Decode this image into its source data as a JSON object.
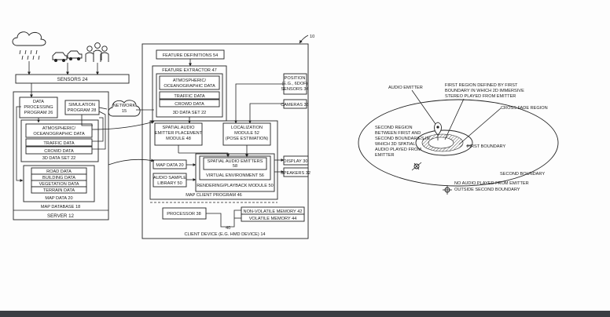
{
  "figure": {
    "ref_number": "10",
    "server": {
      "sensors": "SENSORS 24",
      "data_processing": [
        "DATA",
        "PROCESSING",
        "PROGRAM 26"
      ],
      "simulation": [
        "SIMULATION",
        "PROGRAM 28"
      ],
      "network": [
        "NETWORK",
        "15"
      ],
      "atmospheric": [
        "ATMOSPHERIC/",
        "OCEANOGRAPHIC DATA"
      ],
      "traffic": "TRAFFIC DATA",
      "crowd": "CROWD DATA",
      "dataset": "3D DATA SET 22",
      "road": "ROAD DATA",
      "building": "BUILDING DATA",
      "vegetation": "VEGETATION DATA",
      "terrain": "TERRAIN DATA",
      "map_data": "MAP DATA 20",
      "map_db": "MAP DATABASE 18",
      "server": "SERVER 12"
    },
    "client": {
      "feature_definitions": "FEATURE DEFINITIONS 54",
      "feature_extractor": "FEATURE EXTRACTOR 47",
      "atmospheric": [
        "ATMOSPHERIC/",
        "OCEANOGRAPHIC DATA"
      ],
      "traffic": "TRAFFIC DATA",
      "crowd": "CROWD DATA",
      "dataset": "3D DATA SET 22",
      "position": [
        "POSITION",
        "(E.G., 6DOF)",
        "SENSORS 34"
      ],
      "cameras": "CAMERAS 36",
      "spatial_audio": [
        "SPATIAL AUDIO",
        "EMITTER PLACEMENT",
        "MODULE 48"
      ],
      "localization": [
        "LOCALIZATION",
        "MODULE 52",
        "(POSE ESTIMATION)"
      ],
      "map_data": "MAP DATA 20",
      "audio_sample": [
        "AUDIO SAMPLE",
        "LIBRARY 50"
      ],
      "emitters": [
        "SPATIAL AUDIO EMITTERS",
        "58"
      ],
      "virtual_env": "VIRTUAL ENVIRONMENT 56",
      "rendering": "RENDERING/PLAYBACK MODULE 50",
      "map_client": "MAP CLIENT PROGRAM 46",
      "display": "DISPLAY 30",
      "speakers": "SPEAKERS 32",
      "processor": "PROCESSOR 38",
      "bus": "40",
      "non_volatile": "NON-VOLATILE MEMORY 42",
      "volatile": "VOLATILE MEMORY 44",
      "client_device": "CLIENT DEVICE (E.G. HMD DEVICE) 14"
    },
    "audio_diagram": {
      "audio_emitter": "AUDIO EMITTER",
      "first_region": [
        "FIRST REGION DEFINED BY FIRST",
        "BOUNDARY IN WHICH 2D IMMERSIVE",
        "STEREO PLAYED FROM EMITTER"
      ],
      "cross_fade": "CROSS FADE REGION",
      "second_region": [
        "SECOND REGION",
        "BETWEEN FIRST AND",
        "SECOND BOUNDARIES IN",
        "WHICH 3D SPATIAL",
        "AUDIO PLAYED FROM",
        "EMITTER"
      ],
      "first_boundary": "FIRST BOUNDARY",
      "second_boundary": "SECOND BOUNDARY",
      "no_audio": [
        "NO AUDIO PLAYED FROM EMITTER",
        "OUTSIDE SECOND BOUNDARY"
      ]
    }
  }
}
